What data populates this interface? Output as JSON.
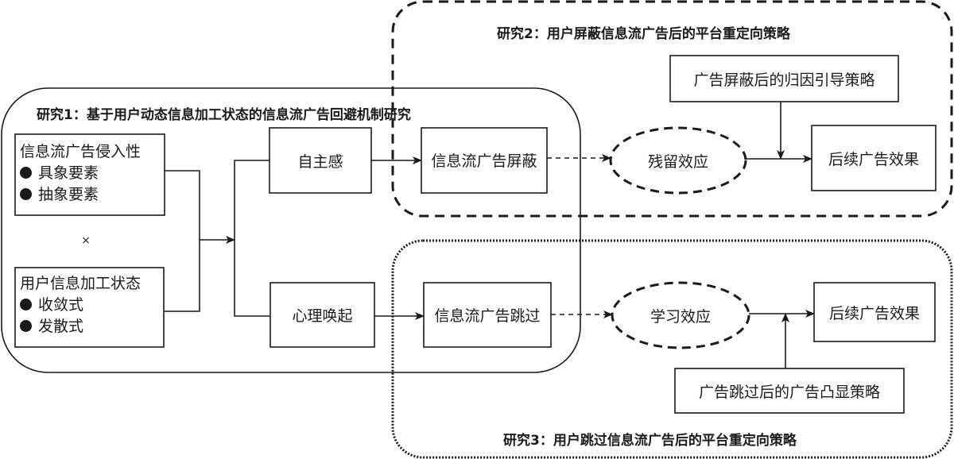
{
  "study1": {
    "title": "研究1：基于用户动态信息加工状态的信息流广告回避机制研究",
    "intrusiveness": {
      "heading": "信息流广告侵入性",
      "items": [
        "具象要素",
        "抽象要素"
      ]
    },
    "multiply_symbol": "×",
    "processing_state": {
      "heading": "用户信息加工状态",
      "items": [
        "收敛式",
        "发散式"
      ]
    },
    "autonomy": "自主感",
    "arousal": "心理唤起",
    "ad_block": "信息流广告屏蔽",
    "ad_skip": "信息流广告跳过"
  },
  "study2": {
    "title": "研究2：用户屏蔽信息流广告后的平台重定向策略",
    "strategy": "广告屏蔽后的归因引导策略",
    "effect": "残留效应",
    "outcome": "后续广告效果"
  },
  "study3": {
    "title": "研究3：用户跳过信息流广告后的平台重定向策略",
    "strategy": "广告跳过后的广告凸显策略",
    "effect": "学习效应",
    "outcome": "后续广告效果"
  },
  "colors": {
    "stroke": "#1a1a1a",
    "background": "#ffffff"
  }
}
